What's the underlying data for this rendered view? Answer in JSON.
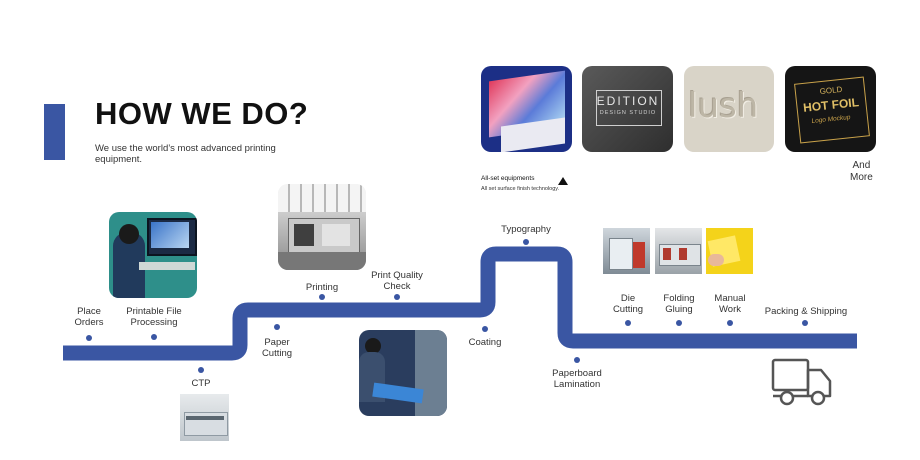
{
  "header": {
    "title": "HOW WE DO?",
    "subtitle": "We use the world’s most advanced printing equipment."
  },
  "brand_color": "#3a56a3",
  "equipment_note": {
    "heading": "All-set equipments",
    "text": "All set surface finish technology.",
    "more": "And\nMore"
  },
  "steps": {
    "place_orders": "Place\nOrders",
    "printable_file": "Printable File\nProcessing",
    "ctp": "CTP",
    "paper_cutting": "Paper\nCutting",
    "printing": "Printing",
    "print_quality": "Print Quality\nCheck",
    "coating": "Coating",
    "typography": "Typography",
    "lamination": "Paperboard\nLamination",
    "die_cutting": "Die\nCutting",
    "folding_gluing": "Folding\nGluing",
    "manual_work": "Manual\nWork",
    "packing_shipping": "Packing & Shipping"
  },
  "samples": {
    "edition_1": "EDITION",
    "edition_2": "DESIGN STUDIO",
    "lush": "lush",
    "gold_1": "GOLD",
    "gold_2": "HOT FOIL",
    "gold_3": "Logo Mockup"
  },
  "icons": [
    "truck-icon",
    "triangle-icon"
  ]
}
